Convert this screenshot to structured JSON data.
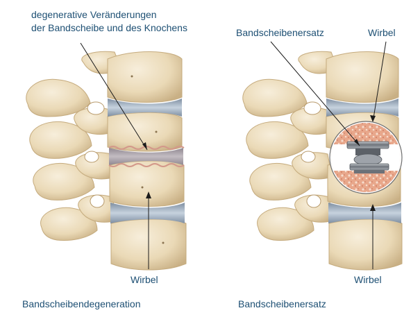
{
  "left_panel": {
    "annotation_line1": "degenerative Veränderungen",
    "annotation_line2": "der Bandscheibe und des Knochens",
    "vertebra_label": "Wirbel",
    "caption": "Bandscheibendegeneration"
  },
  "right_panel": {
    "implant_label": "Bandscheibenersatz",
    "vertebra_label_top": "Wirbel",
    "vertebra_label_bottom": "Wirbel",
    "caption": "Bandscheibenersatz"
  },
  "colors": {
    "text": "#1d4f73",
    "bone_light": "#efe3c8",
    "bone_mid": "#e2cfa6",
    "bone_shadow": "#c8ae7f",
    "disc_blue": "#a9b8c8",
    "disc_worn": "#b7adb1",
    "cancellous": "#d98f73",
    "implant_metal": "#7d8187"
  }
}
